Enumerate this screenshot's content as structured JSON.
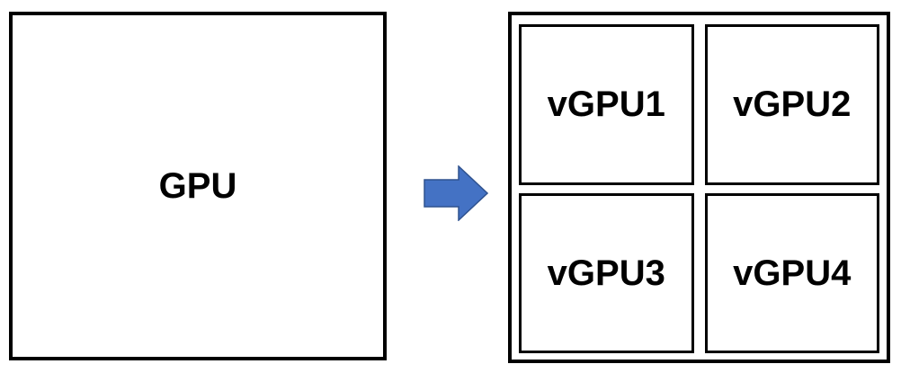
{
  "colors": {
    "background": "#FFFFFF",
    "box-border": "#000000",
    "label-text": "#000000",
    "arrow-fill": "#4472C4",
    "arrow-stroke": "#2F528F"
  },
  "diagram": {
    "gpu_box": {
      "label": "GPU"
    },
    "arrow": {
      "direction": "right"
    },
    "vgpu_grid": {
      "cells": [
        {
          "label": "vGPU1"
        },
        {
          "label": "vGPU2"
        },
        {
          "label": "vGPU3"
        },
        {
          "label": "vGPU4"
        }
      ]
    }
  }
}
